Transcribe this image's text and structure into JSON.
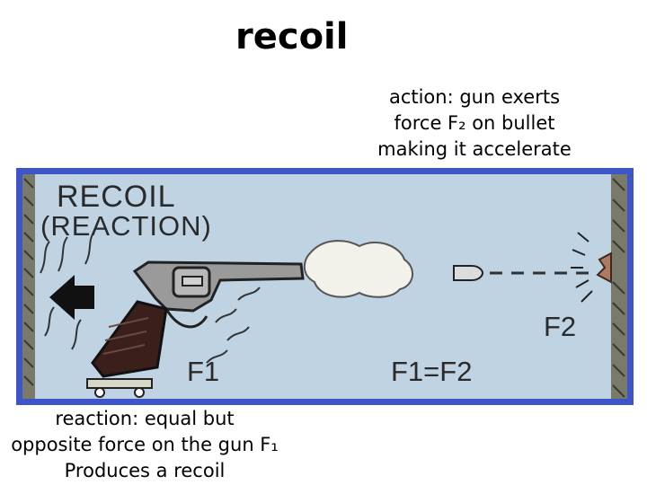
{
  "title": "recoil",
  "action_caption": {
    "line1": "action: gun exerts",
    "line2": "force F₂ on bullet",
    "line3": "making it accelerate"
  },
  "reaction_caption": {
    "line1": "reaction: equal but",
    "line2": "opposite force on the gun F₁",
    "line3": "Produces a recoil"
  },
  "figure": {
    "recoil_label": "RECOIL",
    "reaction_label": "(REACTION)",
    "f1_label": "F1",
    "equation_label": "F1=F2",
    "f2_label": "F2"
  },
  "colors": {
    "frame": "#3d55c9",
    "background": "#bfd3e3",
    "gun_body": "#9a9a9a",
    "grip": "#3b1f1a",
    "wall": "#7a7a6a"
  }
}
